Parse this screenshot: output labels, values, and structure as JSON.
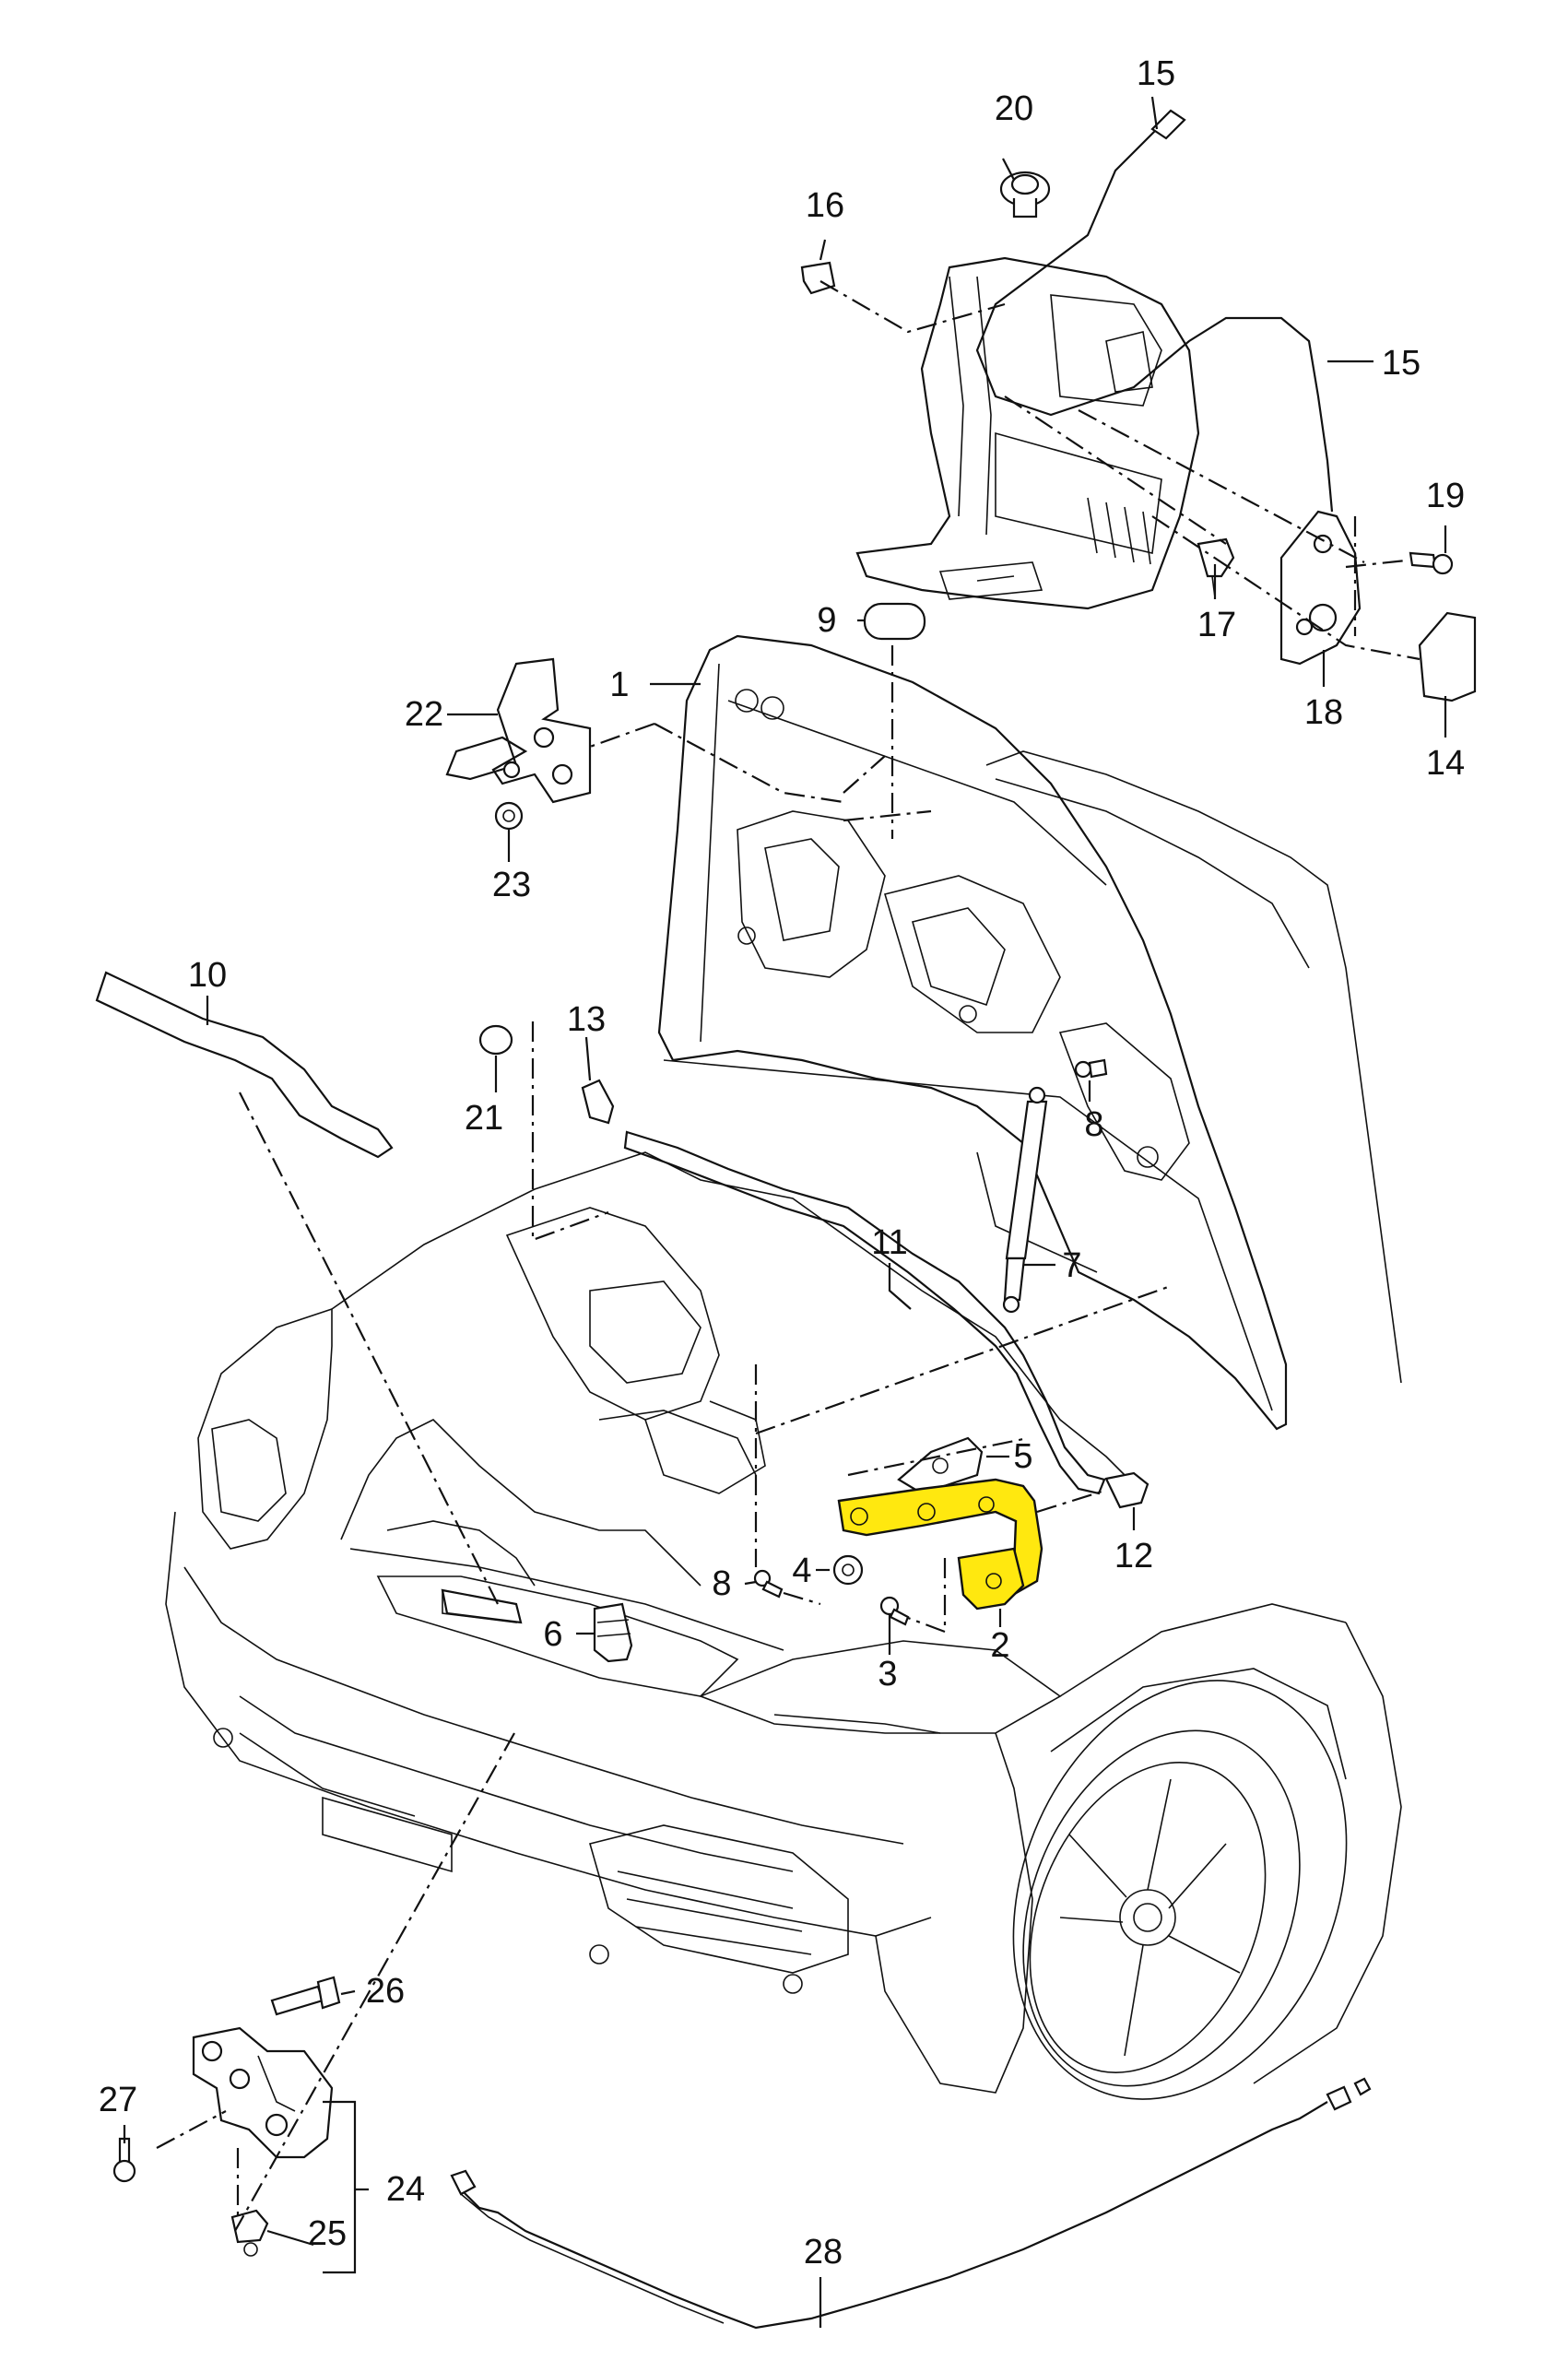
{
  "diagram": {
    "highlight_color": "#ffe80f",
    "line_color": "#111111",
    "callouts": [
      {
        "id": "c1",
        "label": "1"
      },
      {
        "id": "c2",
        "label": "2"
      },
      {
        "id": "c3",
        "label": "3"
      },
      {
        "id": "c4",
        "label": "4"
      },
      {
        "id": "c5",
        "label": "5"
      },
      {
        "id": "c6",
        "label": "6"
      },
      {
        "id": "c7",
        "label": "7"
      },
      {
        "id": "c8a",
        "label": "8"
      },
      {
        "id": "c8b",
        "label": "8"
      },
      {
        "id": "c9",
        "label": "9"
      },
      {
        "id": "c10",
        "label": "10"
      },
      {
        "id": "c11",
        "label": "11"
      },
      {
        "id": "c12",
        "label": "12"
      },
      {
        "id": "c13",
        "label": "13"
      },
      {
        "id": "c14",
        "label": "14"
      },
      {
        "id": "c15a",
        "label": "15"
      },
      {
        "id": "c15b",
        "label": "15"
      },
      {
        "id": "c16",
        "label": "16"
      },
      {
        "id": "c17",
        "label": "17"
      },
      {
        "id": "c18",
        "label": "18"
      },
      {
        "id": "c19",
        "label": "19"
      },
      {
        "id": "c20",
        "label": "20"
      },
      {
        "id": "c21",
        "label": "21"
      },
      {
        "id": "c22",
        "label": "22"
      },
      {
        "id": "c23",
        "label": "23"
      },
      {
        "id": "c24",
        "label": "24"
      },
      {
        "id": "c25",
        "label": "25"
      },
      {
        "id": "c26",
        "label": "26"
      },
      {
        "id": "c27",
        "label": "27"
      },
      {
        "id": "c28",
        "label": "28"
      }
    ]
  }
}
